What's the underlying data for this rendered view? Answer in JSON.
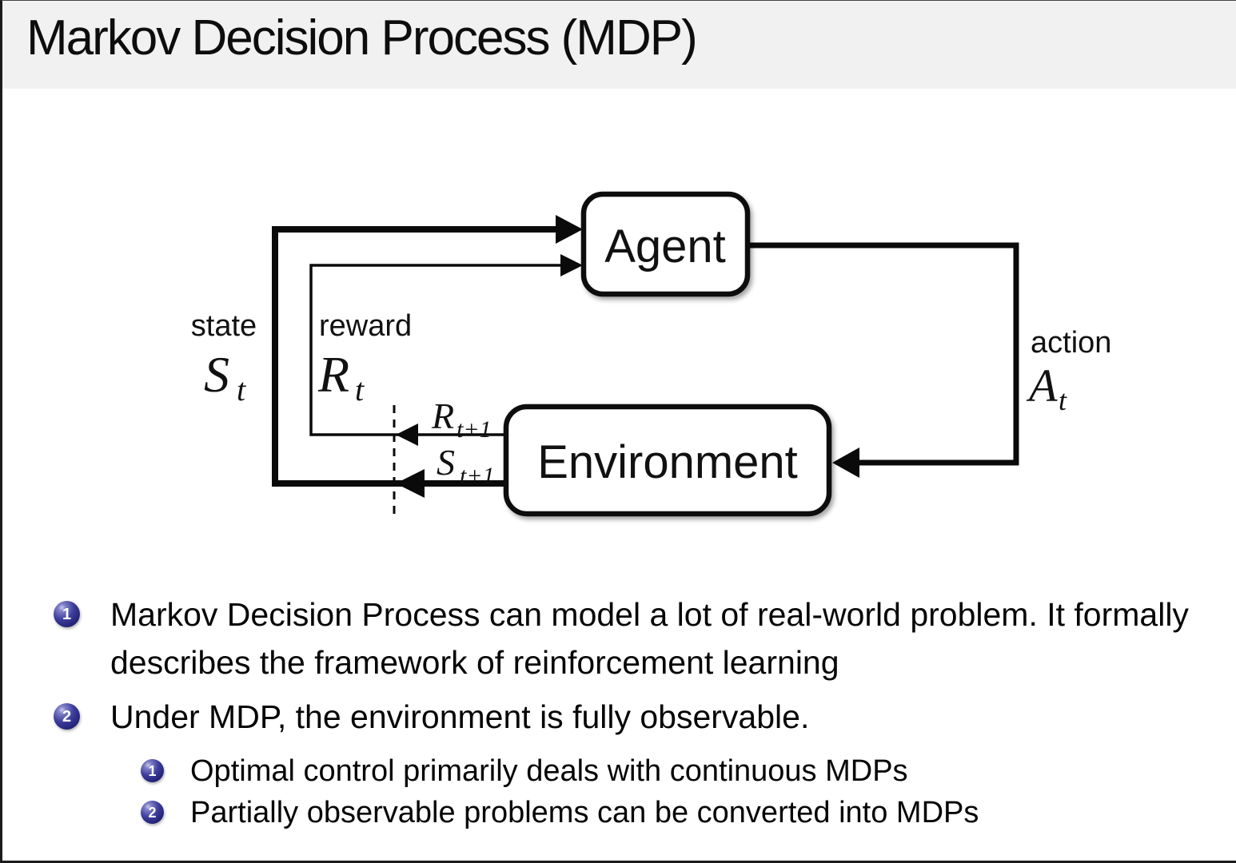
{
  "slide": {
    "title": "Markov Decision Process (MDP)"
  },
  "diagram": {
    "agent_label": "Agent",
    "environment_label": "Environment",
    "state_word": "state",
    "reward_word": "reward",
    "action_word": "action",
    "state_sym": "S",
    "reward_sym": "R",
    "action_sym": "A",
    "reward_next_sym": "R",
    "state_next_sym": "S",
    "sub_t": "t",
    "sub_t_plus_1": "t+1"
  },
  "bullets": {
    "one": {
      "num": "1",
      "text": "Markov Decision Process can model a lot of real-world problem. It formally describes the framework of reinforcement learning"
    },
    "two": {
      "num": "2",
      "text": "Under MDP, the environment is fully observable."
    },
    "sub_one": {
      "num": "1",
      "text": "Optimal control primarily deals with continuous MDPs"
    },
    "sub_two": {
      "num": "2",
      "text": "Partially observable problems can be converted into MDPs"
    }
  },
  "colors": {
    "header_bg": "#f1f1f1",
    "ball_blue": "#32329a",
    "ball_blue_dark": "#161560",
    "ink": "#000000",
    "diagram_stroke": "#0a0a0a"
  }
}
